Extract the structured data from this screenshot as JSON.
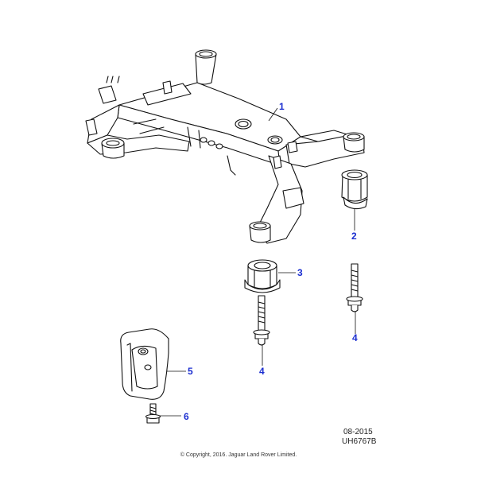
{
  "callouts": {
    "c1": "1",
    "c2": "2",
    "c3": "3",
    "c4a": "4",
    "c4b": "4",
    "c5": "5",
    "c6": "6"
  },
  "date_code": "08-2015",
  "drawing_ref": "UH6767B",
  "copyright": "© Copyright, 2016. Jaguar Land Rover Limited.",
  "colors": {
    "line": "#111111",
    "callout": "#1c2fd0"
  }
}
